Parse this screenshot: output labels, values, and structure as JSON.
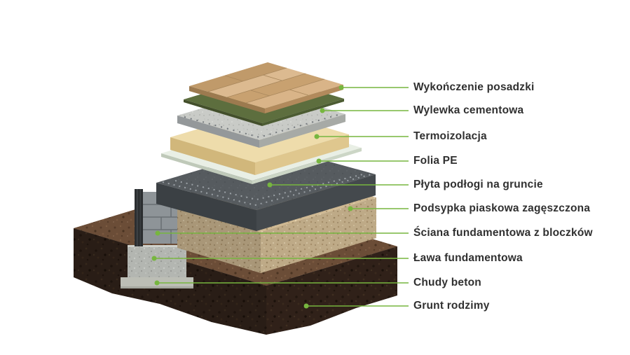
{
  "colors": {
    "accent_green": "#77b63f",
    "label_text": "#303030",
    "wood": "#d3ad7e",
    "underlay_green": "#5d6e3e",
    "screed": "#c9cbc7",
    "insulation": "#eedcab",
    "foil": "#e9efe5",
    "slab": "#565b5f",
    "sand": "#cfb993",
    "wall": "#8e9498",
    "membrane": "#2b2e30",
    "footing": "#b3b6b1",
    "lean_concrete": "#bcbeb5",
    "soil_top": "#6b4d37",
    "soil_front": "#33241b"
  },
  "labels": [
    {
      "id": "wykonczenie-posadzki",
      "text": "Wykończenie posadzki"
    },
    {
      "id": "wylewka-cementowa",
      "text": "Wylewka cementowa"
    },
    {
      "id": "termoizolacja",
      "text": "Termoizolacja"
    },
    {
      "id": "folia-pe",
      "text": "Folia PE"
    },
    {
      "id": "plyta-podlogi",
      "text": "Płyta podłogi na gruncie"
    },
    {
      "id": "podsypka-piaskowa",
      "text": "Podsypka piaskowa zagęszczona"
    },
    {
      "id": "sciana-fundamentowa",
      "text": "Ściana fundamentowa z bloczków"
    },
    {
      "id": "lawa-fundamentowa",
      "text": "Ława fundamentowa"
    },
    {
      "id": "chudy-beton",
      "text": "Chudy beton"
    },
    {
      "id": "grunt-rodzimy",
      "text": "Grunt rodzimy"
    }
  ]
}
